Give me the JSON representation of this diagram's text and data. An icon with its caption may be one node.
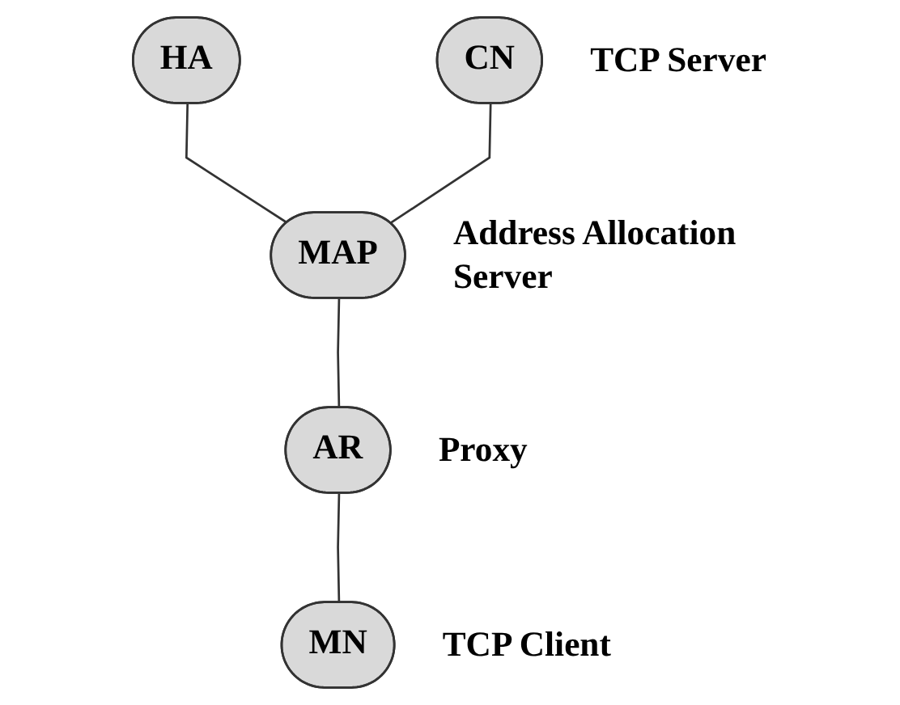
{
  "diagram": {
    "nodes": [
      {
        "text": [
          "HA"
        ]
      },
      {
        "text": [
          "CN"
        ],
        "beside": [
          "TCP Server"
        ]
      },
      {
        "text": [
          "MAP"
        ],
        "beside": [
          "Address Allocation Server"
        ]
      },
      {
        "text": [
          "AR"
        ],
        "beside": [
          "Proxy"
        ]
      },
      {
        "text": [
          "MN"
        ],
        "beside": [
          "TCP Client"
        ]
      }
    ],
    "edges": [
      {
        "from": 0,
        "to": 2,
        "arrow": "none"
      },
      {
        "from": 1,
        "to": 2,
        "arrow": "none"
      },
      {
        "from": 2,
        "to": 3,
        "arrow": "none"
      },
      {
        "from": 3,
        "to": 4,
        "arrow": "none"
      }
    ]
  }
}
